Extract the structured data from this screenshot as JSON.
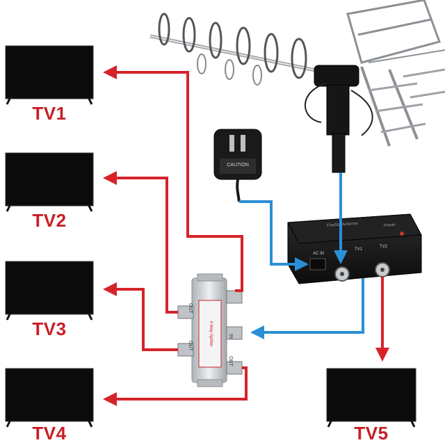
{
  "colors": {
    "signal_line": "#d6232a",
    "feed_line": "#2a8fd6",
    "label": "#c81e26",
    "tv_body": "#0b0b0b",
    "device_body": "#151515",
    "splitter_metal": "#c9ccd0"
  },
  "tvs": [
    {
      "label": "TV1"
    },
    {
      "label": "TV2"
    },
    {
      "label": "TV3"
    },
    {
      "label": "TV4"
    },
    {
      "label": "TV5"
    }
  ],
  "splitter": {
    "port_in": "IN",
    "port_out": "OUT",
    "sticker_text": "4 Way Splitter"
  },
  "adapter": {
    "label": "CAUTION"
  },
  "amplifier": {
    "brand": "FiveStarAntenna",
    "port_ac_in": "AC IN",
    "port_tv1": "TV1",
    "port_tv2": "TV2",
    "power_text": "Power"
  },
  "icons": [
    "antenna-icon",
    "power-adapter-icon",
    "amplifier-box-icon",
    "splitter-icon",
    "tv-icon",
    "arrow-icon"
  ]
}
